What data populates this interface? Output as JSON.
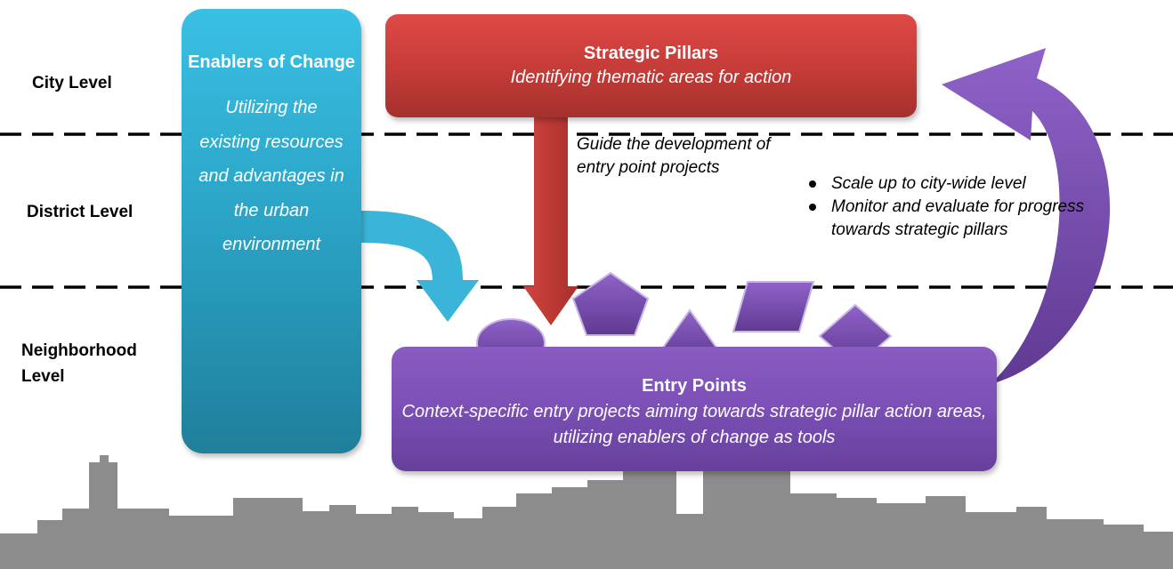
{
  "levels": {
    "city": "City Level",
    "district": "District Level",
    "neighborhood": "Neighborhood Level"
  },
  "enablers": {
    "title": "Enablers of Change",
    "description": "Utilizing the existing resources and advantages in the urban environment"
  },
  "strategic_pillars": {
    "title": "Strategic Pillars",
    "description": "Identifying thematic areas for action"
  },
  "guide_label": "Guide the development of entry point projects",
  "feedback_bullets": [
    "Scale up to city-wide level",
    "Monitor and evaluate for progress towards strategic pillars"
  ],
  "entry_points": {
    "title": "Entry Points",
    "description": "Context-specific entry projects aiming towards strategic pillar action areas, utilizing enablers of change as tools"
  },
  "colors": {
    "enablers": "#2aa2c4",
    "pillars": "#c43b37",
    "entry": "#7b4fb5",
    "skyline": "#8c8c8c"
  }
}
